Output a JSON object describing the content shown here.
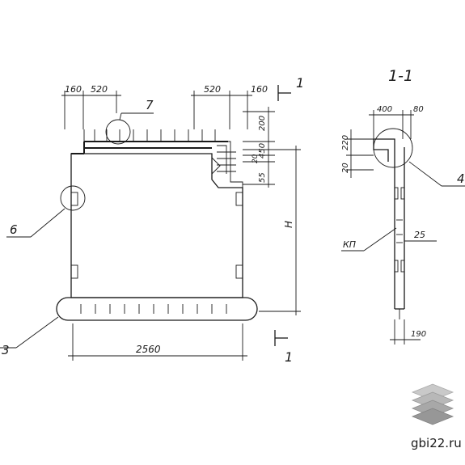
{
  "section_title": "1-1",
  "cut_marks": {
    "top": "1",
    "bottom": "1"
  },
  "front_view": {
    "dims_top_left": [
      "160",
      "520"
    ],
    "dims_top_right": [
      "520",
      "160"
    ],
    "dims_right": [
      "200",
      "450",
      "20",
      "55"
    ],
    "height_label": "H",
    "width_label": "2560",
    "callouts": [
      "7",
      "6",
      "3"
    ]
  },
  "side_view": {
    "dims_top": [
      "400",
      "80"
    ],
    "dims_left": [
      "220",
      "20"
    ],
    "dim_right": "25",
    "dim_bottom": "190",
    "label_kp": "КП",
    "callout": "4"
  },
  "watermark": {
    "text": "gbi22.ru",
    "icon": "layers-icon"
  }
}
